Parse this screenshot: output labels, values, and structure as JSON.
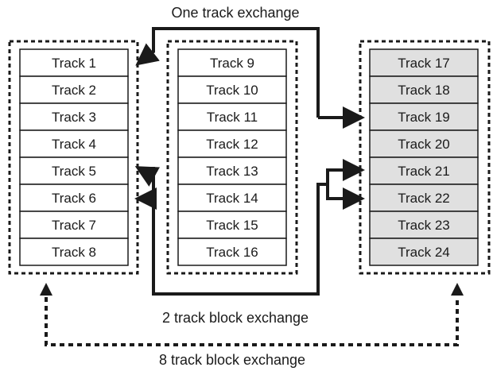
{
  "labels": {
    "one_track_exchange": "One track exchange",
    "two_track_block_exchange": "2 track block exchange",
    "eight_track_block_exchange": "8 track block exchange"
  },
  "groups": [
    {
      "name": "group-1",
      "fill": "#ffffff",
      "tracks": [
        "Track 1",
        "Track 2",
        "Track 3",
        "Track 4",
        "Track 5",
        "Track 6",
        "Track 7",
        "Track 8"
      ]
    },
    {
      "name": "group-2",
      "fill": "#ffffff",
      "tracks": [
        "Track 9",
        "Track 10",
        "Track 11",
        "Track 12",
        "Track 13",
        "Track 14",
        "Track 15",
        "Track 16"
      ]
    },
    {
      "name": "group-3",
      "fill": "#e0e0e0",
      "tracks": [
        "Track 17",
        "Track 18",
        "Track 19",
        "Track 20",
        "Track 21",
        "Track 22",
        "Track 23",
        "Track 24"
      ]
    }
  ],
  "colors": {
    "stroke": "#1a1a1a",
    "text": "#1a1a1a"
  }
}
